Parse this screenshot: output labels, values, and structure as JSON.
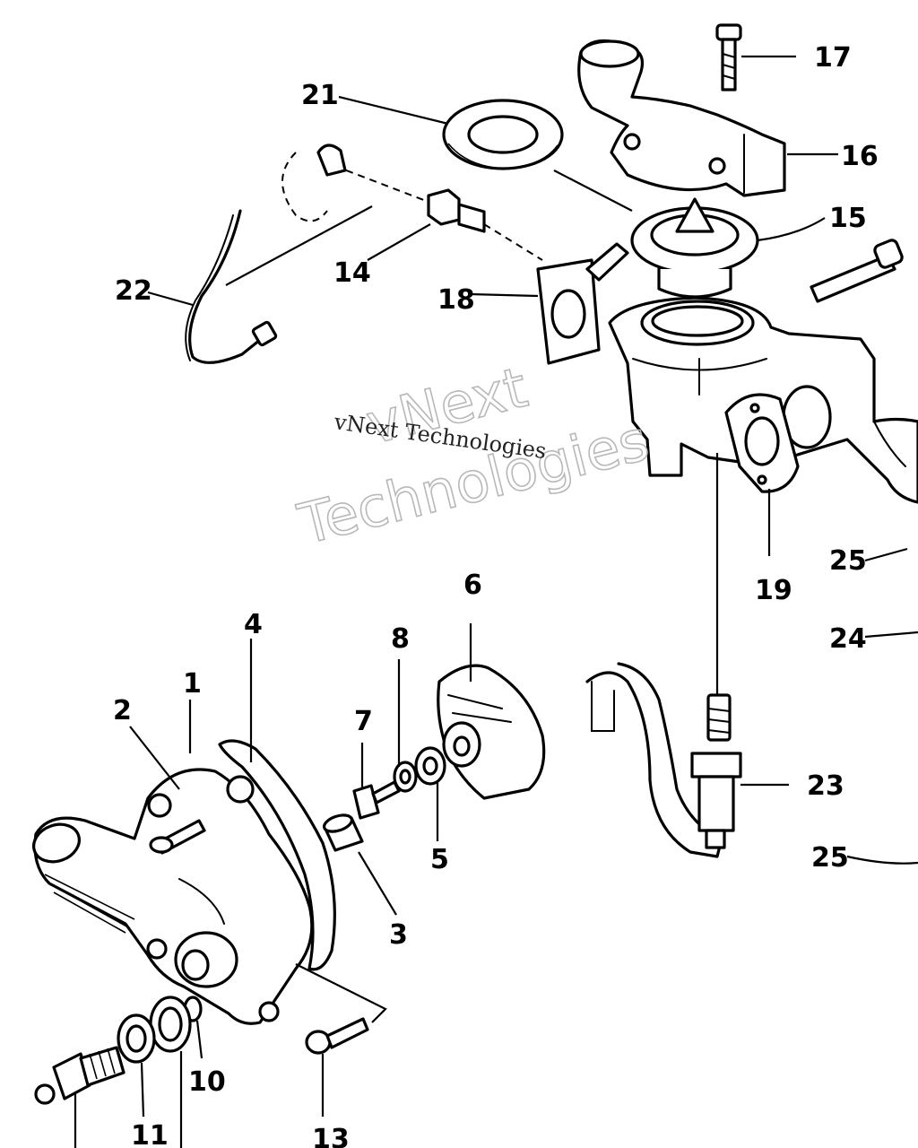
{
  "watermark": {
    "line1": "vNext",
    "line2": "Technologies",
    "caption": "vNext Technologies"
  },
  "callouts": [
    "1",
    "2",
    "3",
    "4",
    "5",
    "6",
    "7",
    "8",
    "10",
    "11",
    "13",
    "14",
    "15",
    "16",
    "17",
    "18",
    "19",
    "21",
    "22",
    "23",
    "24",
    "25",
    "25"
  ]
}
